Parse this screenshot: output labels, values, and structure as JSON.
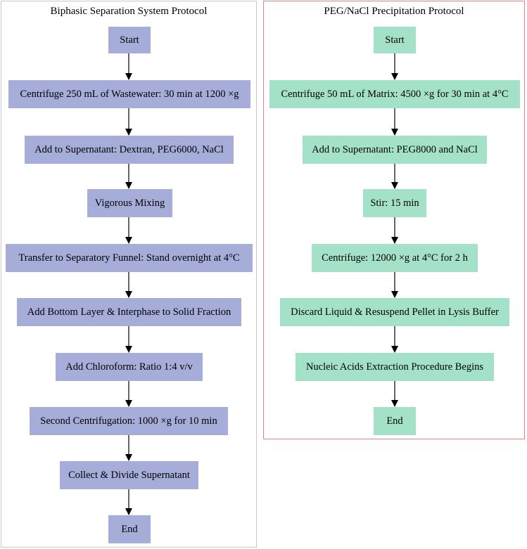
{
  "left_flow": {
    "title": "Biphasic Separation System Protocol",
    "steps": [
      "Start",
      "Centrifuge 250 mL of Wastewater: 30 min at 1200 ×g",
      "Add to Supernatant: Dextran, PEG6000, NaCl",
      "Vigorous Mixing",
      "Transfer to Separatory Funnel: Stand overnight at 4°C",
      "Add Bottom Layer & Interphase to Solid Fraction",
      "Add Chloroform: Ratio 1:4 v/v",
      "Second Centrifugation: 1000 ×g for 10 min",
      "Collect & Divide Supernatant",
      "End"
    ],
    "fill_color": "#a5add8",
    "border_color": "#c8c8c8"
  },
  "right_flow": {
    "title": "PEG/NaCl Precipitation Protocol",
    "steps": [
      "Start",
      "Centrifuge 50 mL of Matrix: 4500 ×g for 30 min at 4°C",
      "Add to Supernatant: PEG8000 and NaCl",
      "Stir: 15 min",
      "Centrifuge: 12000 ×g at 4°C for 2 h",
      "Discard Liquid & Resuspend Pellet in Lysis Buffer",
      "Nucleic Acids Extraction Procedure Begins",
      "End"
    ],
    "fill_color": "#a3e2c8",
    "border_color": "#e8857f"
  }
}
